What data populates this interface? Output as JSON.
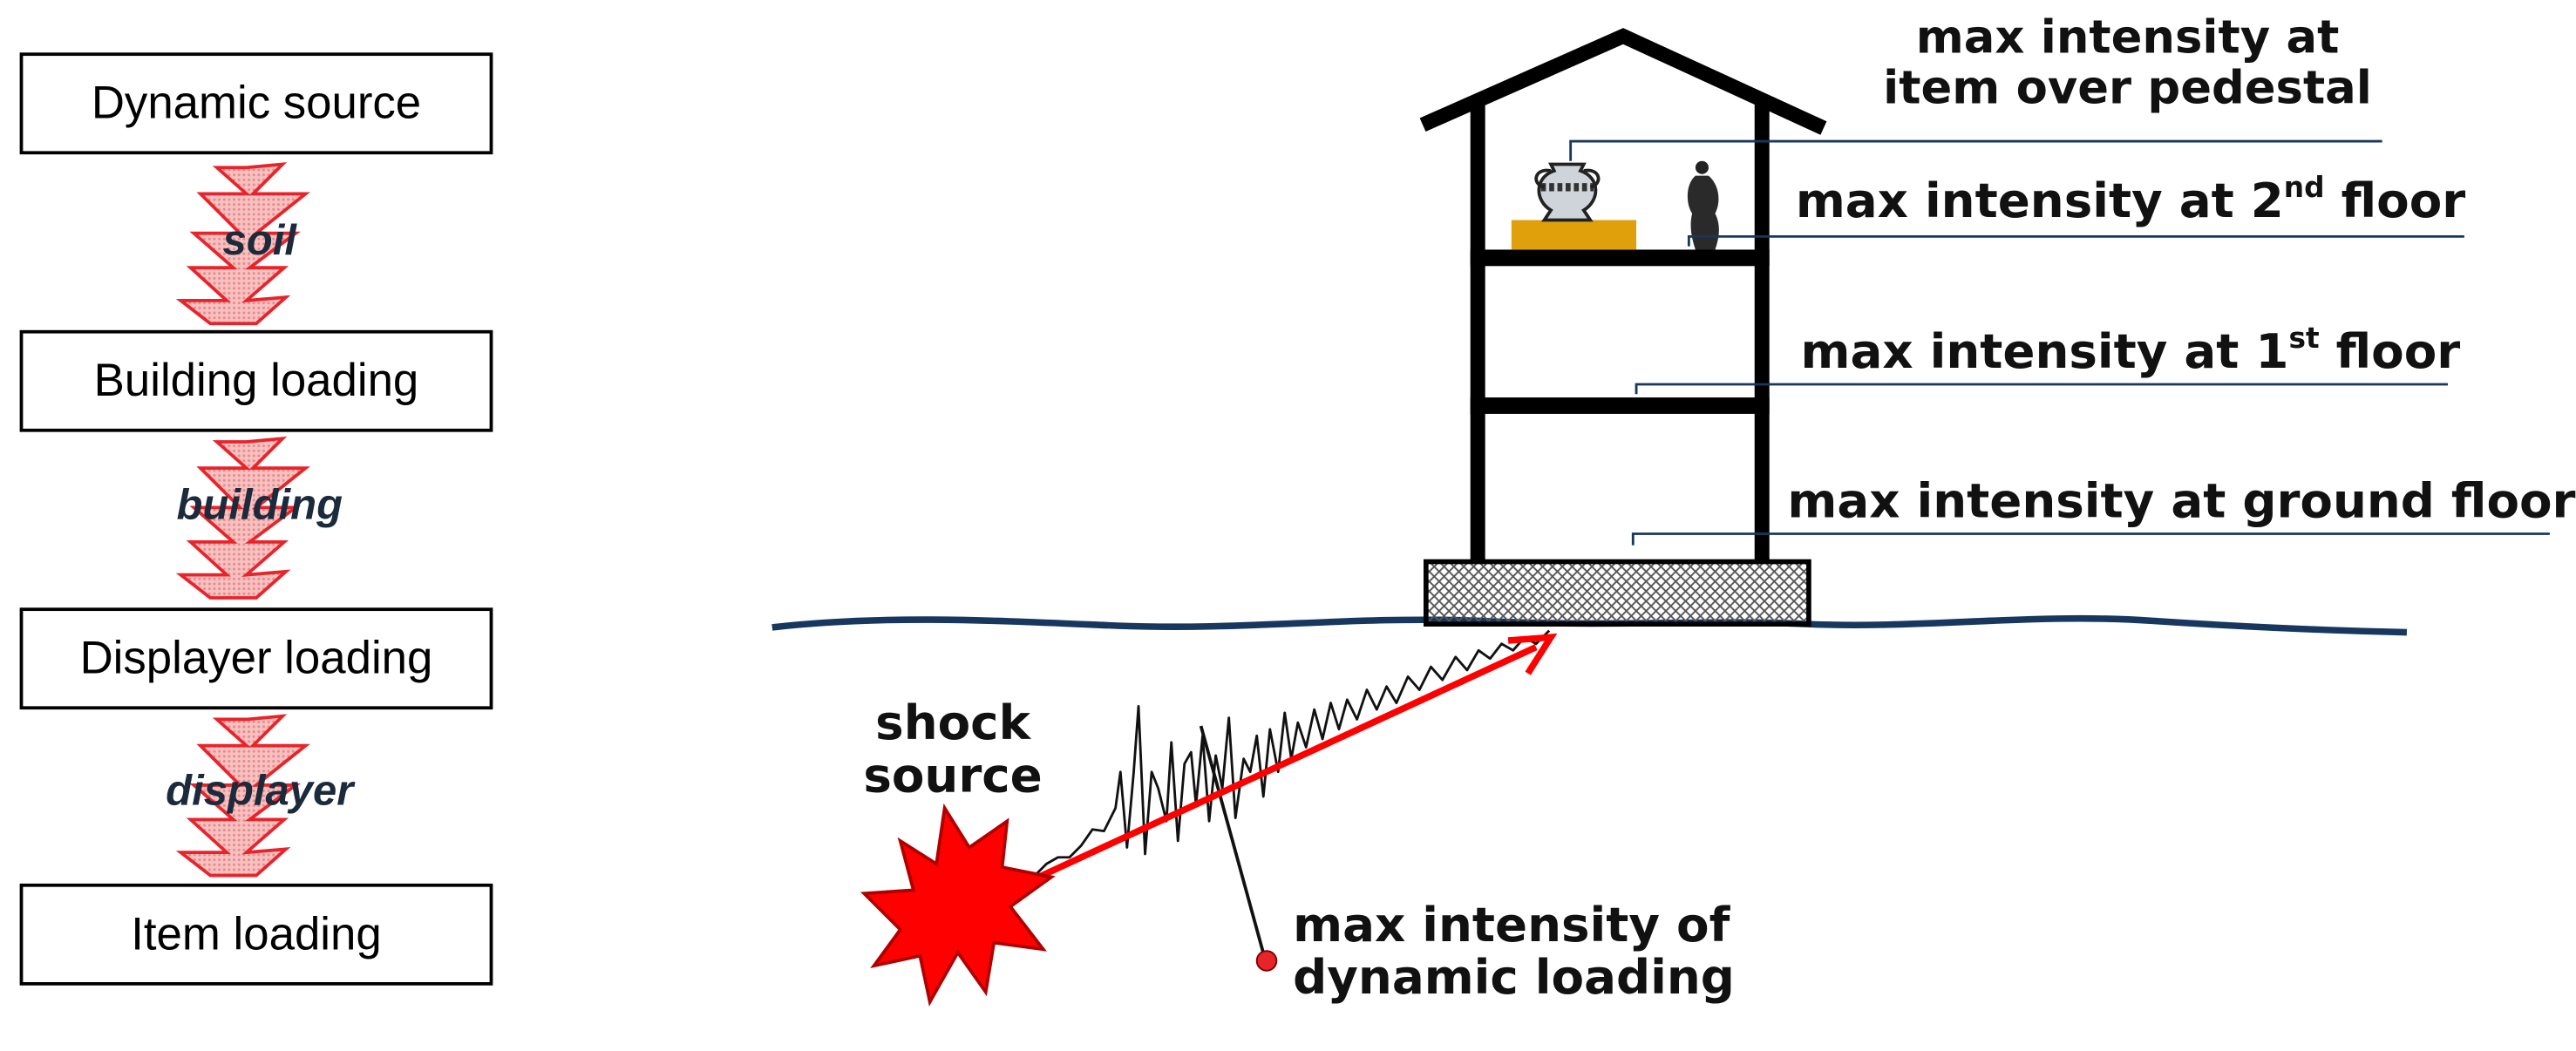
{
  "flowchart": {
    "boxes": [
      {
        "label": "Dynamic source"
      },
      {
        "label": "Building loading"
      },
      {
        "label": "Displayer loading"
      },
      {
        "label": "Item loading"
      }
    ],
    "transfer_labels": [
      {
        "label": "soil"
      },
      {
        "label": "building"
      },
      {
        "label": "displayer"
      }
    ],
    "arrow_color": "#e8242b",
    "arrow_fill": "#f7c1c1"
  },
  "scene": {
    "callouts": {
      "item_over_pedestal": {
        "line1": "max intensity at",
        "line2": "item over pedestal"
      },
      "second_floor": {
        "prefix": "max intensity at 2",
        "sup": "nd",
        "suffix": " floor"
      },
      "first_floor": {
        "prefix": "max intensity at 1",
        "sup": "st",
        "suffix": " floor"
      },
      "ground_floor": {
        "label": "max intensity at ground floor"
      },
      "shock_source": {
        "line1": "shock",
        "line2": "source"
      },
      "dynamic_loading": {
        "line1": "max intensity of",
        "line2": "dynamic loading"
      }
    },
    "colors": {
      "ground_line": "#17375e",
      "leader_line": "#17375e",
      "pedestal": "#e0a00c",
      "shock_fill": "#ff0000",
      "wave_arrow": "#ff0000"
    },
    "icons": {
      "vase": "vase-icon",
      "statue": "statue-icon",
      "explosion": "explosion-icon"
    }
  }
}
